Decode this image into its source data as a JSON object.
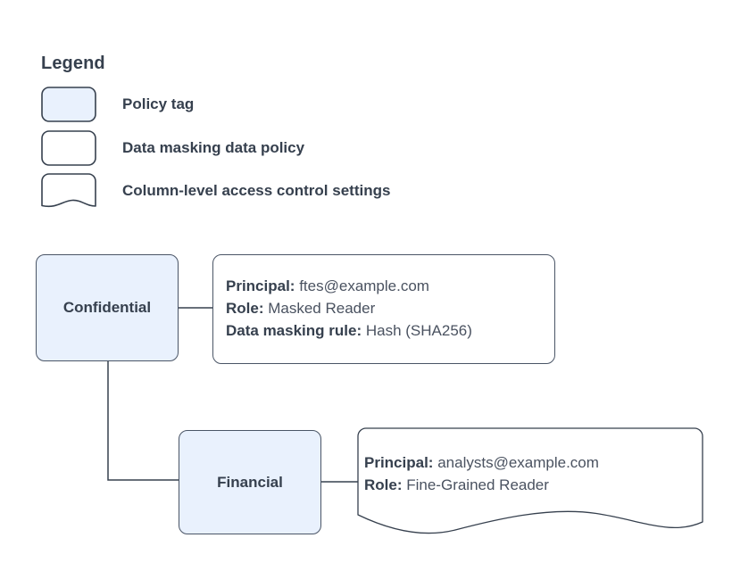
{
  "diagram": {
    "type": "policy-tag-access-control-diagram",
    "colors": {
      "tag_fill": "#e9f1fd",
      "card_fill": "#ffffff",
      "stroke": "#4a5566",
      "text": "#36404e"
    }
  },
  "legend": {
    "title": "Legend",
    "items": [
      {
        "label": "Policy tag",
        "shape": "rounded-rect",
        "fill": "#e9f1fd",
        "icon": "policy-tag-swatch"
      },
      {
        "label": "Data masking data policy",
        "shape": "rounded-rect",
        "fill": "#ffffff",
        "icon": "data-masking-policy-swatch"
      },
      {
        "label": "Column-level access control settings",
        "shape": "wavy-bottom-rect",
        "fill": "#ffffff",
        "icon": "column-access-settings-swatch"
      }
    ]
  },
  "nodes": [
    {
      "id": "confidential",
      "label": "Confidential",
      "kind": "policy-tag"
    },
    {
      "id": "financial",
      "label": "Financial",
      "kind": "policy-tag"
    }
  ],
  "cards": [
    {
      "id": "confidential-policy",
      "kind": "data-masking-data-policy",
      "lines": [
        {
          "key": "Principal:",
          "value": "ftes@example.com"
        },
        {
          "key": "Role:",
          "value": "Masked Reader"
        },
        {
          "key": "Data masking rule:",
          "value": "Hash (SHA256)"
        }
      ]
    },
    {
      "id": "financial-policy",
      "kind": "column-level-access-control-settings",
      "lines": [
        {
          "key": "Principal:",
          "value": "analysts@example.com"
        },
        {
          "key": "Role:",
          "value": "Fine-Grained Reader"
        }
      ]
    }
  ],
  "connectors": [
    {
      "id": "confidential-to-card",
      "from": "confidential",
      "to": "confidential-policy"
    },
    {
      "id": "confidential-to-financial",
      "from": "confidential",
      "to": "financial"
    },
    {
      "id": "financial-to-card",
      "from": "financial",
      "to": "financial-policy"
    }
  ]
}
